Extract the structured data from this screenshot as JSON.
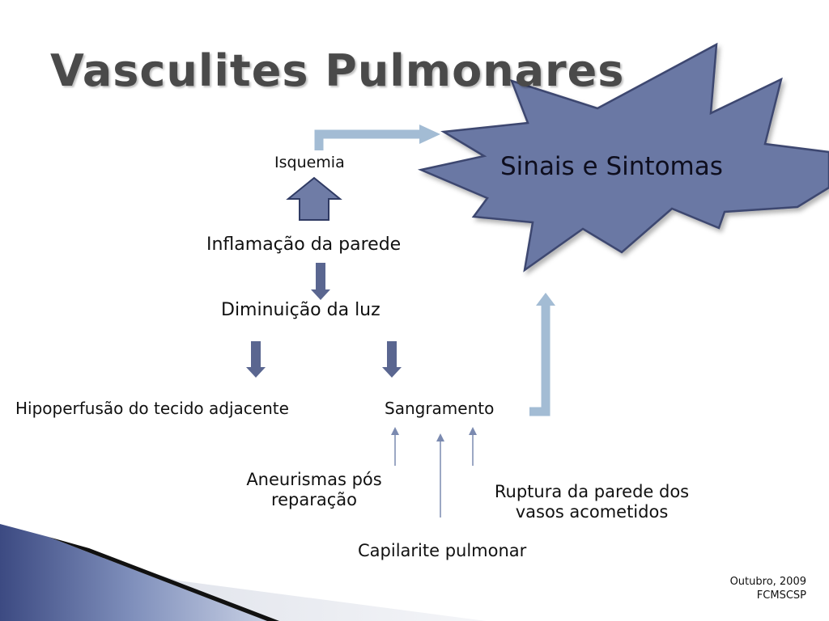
{
  "slide": {
    "title": "Vasculites Pulmonares",
    "burst_label": "Sinais e Sintomas",
    "nodes": {
      "isquemia": "Isquemia",
      "inflamacao": "Inflamação da parede",
      "diminuicao": "Diminuição da luz",
      "hipoperfusao": "Hipoperfusão do tecido adjacente",
      "sangramento": "Sangramento",
      "aneurismas_line1": "Aneurismas pós",
      "aneurismas_line2": "reparação",
      "ruptura_line1": "Ruptura da parede dos",
      "ruptura_line2": "vasos acometidos",
      "capilarite": "Capilarite pulmonar"
    },
    "footer": {
      "date": "Outubro, 2009",
      "institution": "FCMSCSP"
    },
    "colors": {
      "burst_fill": "#6b78a4",
      "burst_stroke": "#3c4770",
      "light_arrow": "#a3bcd4",
      "dark_arrow": "#5a6690",
      "thin_arrow": "#7b8ab0"
    }
  }
}
